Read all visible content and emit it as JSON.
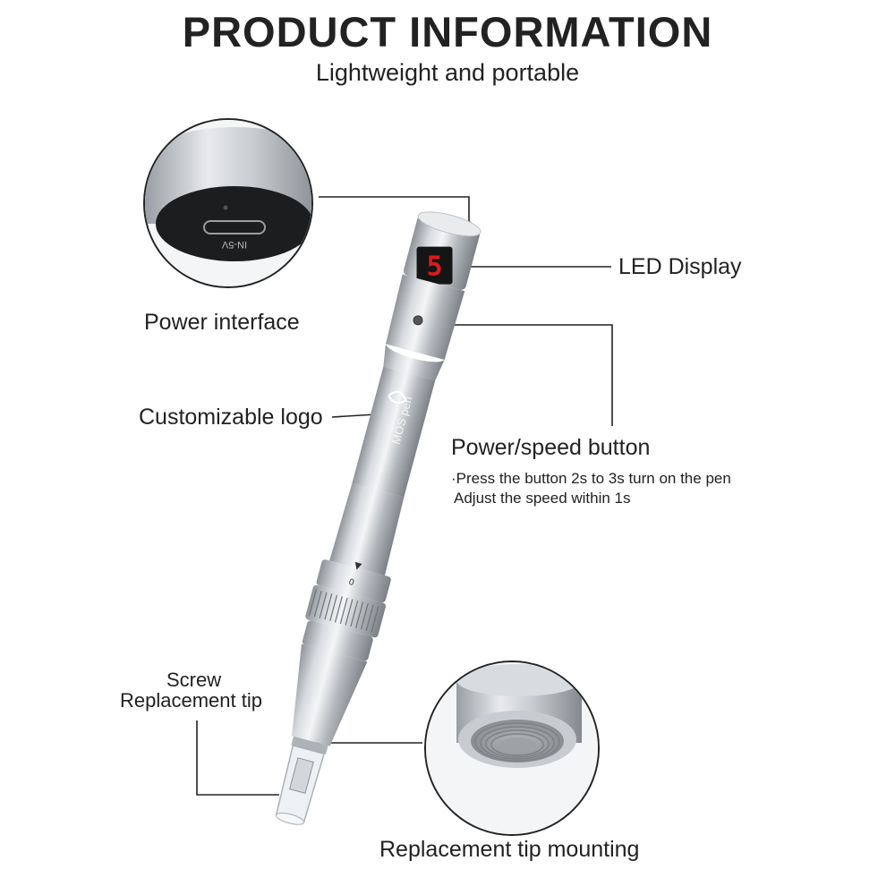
{
  "header": {
    "title": "PRODUCT INFORMATION",
    "subtitle": "Lightweight and portable"
  },
  "callouts": {
    "power_interface": "Power interface",
    "led_display": "LED Display",
    "customizable_logo": "Customizable logo",
    "power_speed_button": "Power/speed button",
    "button_note_1": "·Press the button 2s to 3s turn on the pen",
    "button_note_2": "Adjust the speed within 1s",
    "screw_line_1": "Screw",
    "screw_line_2": "Replacement tip",
    "tip_mounting": "Replacement tip mounting"
  },
  "product": {
    "port_text": "IN-5V",
    "led_digit": "5",
    "logo_text": "MOS pen",
    "dial_mark": "0",
    "led_color": "#e01a1a",
    "body_color": "#b8bcc2"
  }
}
